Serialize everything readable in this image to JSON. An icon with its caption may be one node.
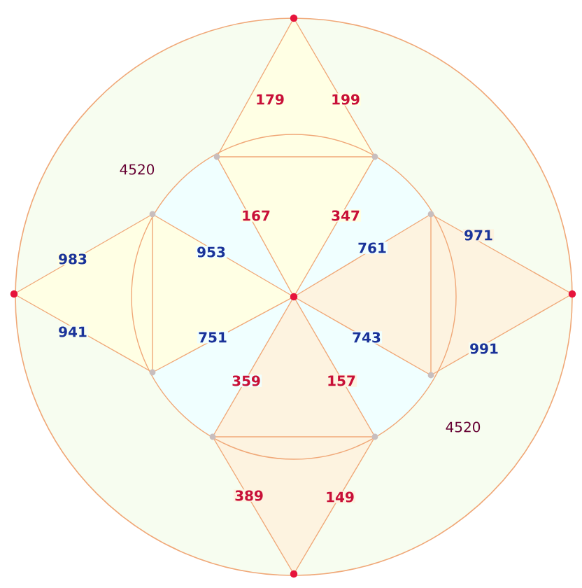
{
  "diagram": {
    "labels": [
      "179",
      "199",
      "4520",
      "167",
      "347",
      "983",
      "953",
      "761",
      "971",
      "941",
      "751",
      "743",
      "991",
      "359",
      "157",
      "4520",
      "389",
      "149"
    ]
  }
}
